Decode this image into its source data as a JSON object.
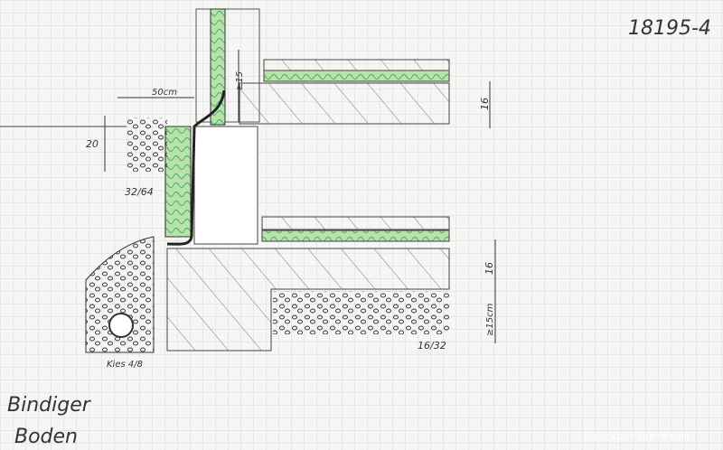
{
  "drawing_number": "18195-4",
  "labels": {
    "overhang": "50cm",
    "upper_min": "≥15",
    "gravel_height": "20",
    "gravel_grain": "32/64",
    "slab_thickness_upper": "16",
    "slab_thickness_lower": "16",
    "gravel_bed": "≥15cm",
    "drain_gravel": "Kies 4/8",
    "bed_grain": "16/32",
    "soil_line1": "Bindiger",
    "soil_line2": "Boden"
  },
  "watermark": "Bauexpertenforum",
  "colors": {
    "insulation": "#b9e2a8",
    "line": "#333333",
    "grid": "#d8d8d8"
  }
}
